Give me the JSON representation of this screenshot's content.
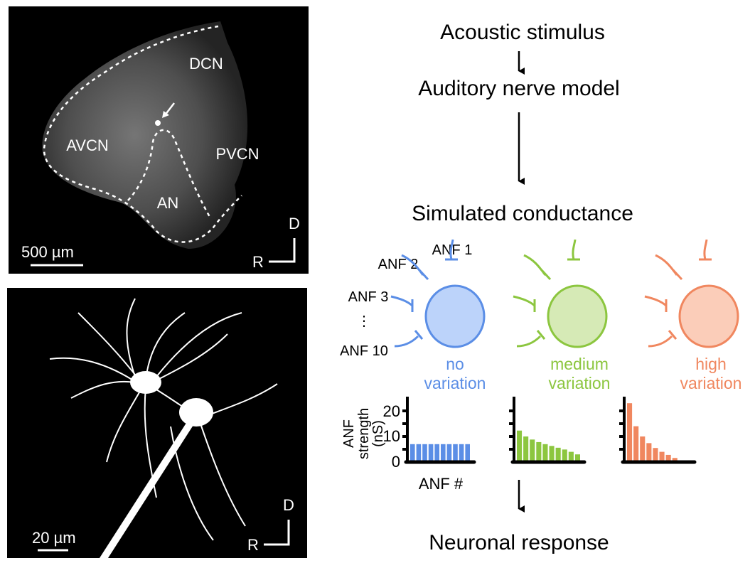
{
  "panel_top": {
    "labels": {
      "dcn": "DCN",
      "avcn": "AVCN",
      "pvcn": "PVCN",
      "an": "AN"
    },
    "scale_bar": "500 µm",
    "orientation": {
      "dorsal": "D",
      "rostral": "R"
    }
  },
  "panel_bottom": {
    "scale_bar": "20 µm",
    "orientation": {
      "dorsal": "D",
      "rostral": "R"
    }
  },
  "flow": {
    "step1": "Acoustic stimulus",
    "step2": "Auditory nerve model",
    "step3": "Simulated conductance",
    "step4": "Neuronal response"
  },
  "inputs": {
    "anf1": "ANF 1",
    "anf2": "ANF 2",
    "anf3": "ANF 3",
    "ellipsis": "⋮",
    "anf10": "ANF 10"
  },
  "conditions": [
    {
      "line1": "no",
      "line2": "variation",
      "color": "#5b8ee6",
      "fill": "#bcd3fa"
    },
    {
      "line1": "medium",
      "line2": "variation",
      "color": "#8cc63f",
      "fill": "#d6eab6"
    },
    {
      "line1": "high",
      "line2": "variation",
      "color": "#f0875f",
      "fill": "#fbcdb9"
    }
  ],
  "chart_data": [
    {
      "type": "bar",
      "ylabel": "ANF strength (nS)",
      "xlabel": "ANF #",
      "ylim": [
        0,
        25
      ],
      "yticks": [
        "0",
        "10",
        "20"
      ],
      "values": [
        7,
        7,
        7,
        7,
        7,
        7,
        7,
        7,
        7,
        7
      ],
      "color": "#5b8ee6"
    },
    {
      "type": "bar",
      "ylim": [
        0,
        25
      ],
      "values": [
        12.3,
        10,
        8.8,
        7.8,
        7,
        6.3,
        5.6,
        4.9,
        4,
        3
      ],
      "color": "#8cc63f"
    },
    {
      "type": "bar",
      "ylim": [
        0,
        25
      ],
      "values": [
        23,
        14,
        10,
        7.4,
        5.5,
        4,
        2.8,
        1.6,
        0.6,
        0.2
      ],
      "color": "#f0875f"
    }
  ]
}
